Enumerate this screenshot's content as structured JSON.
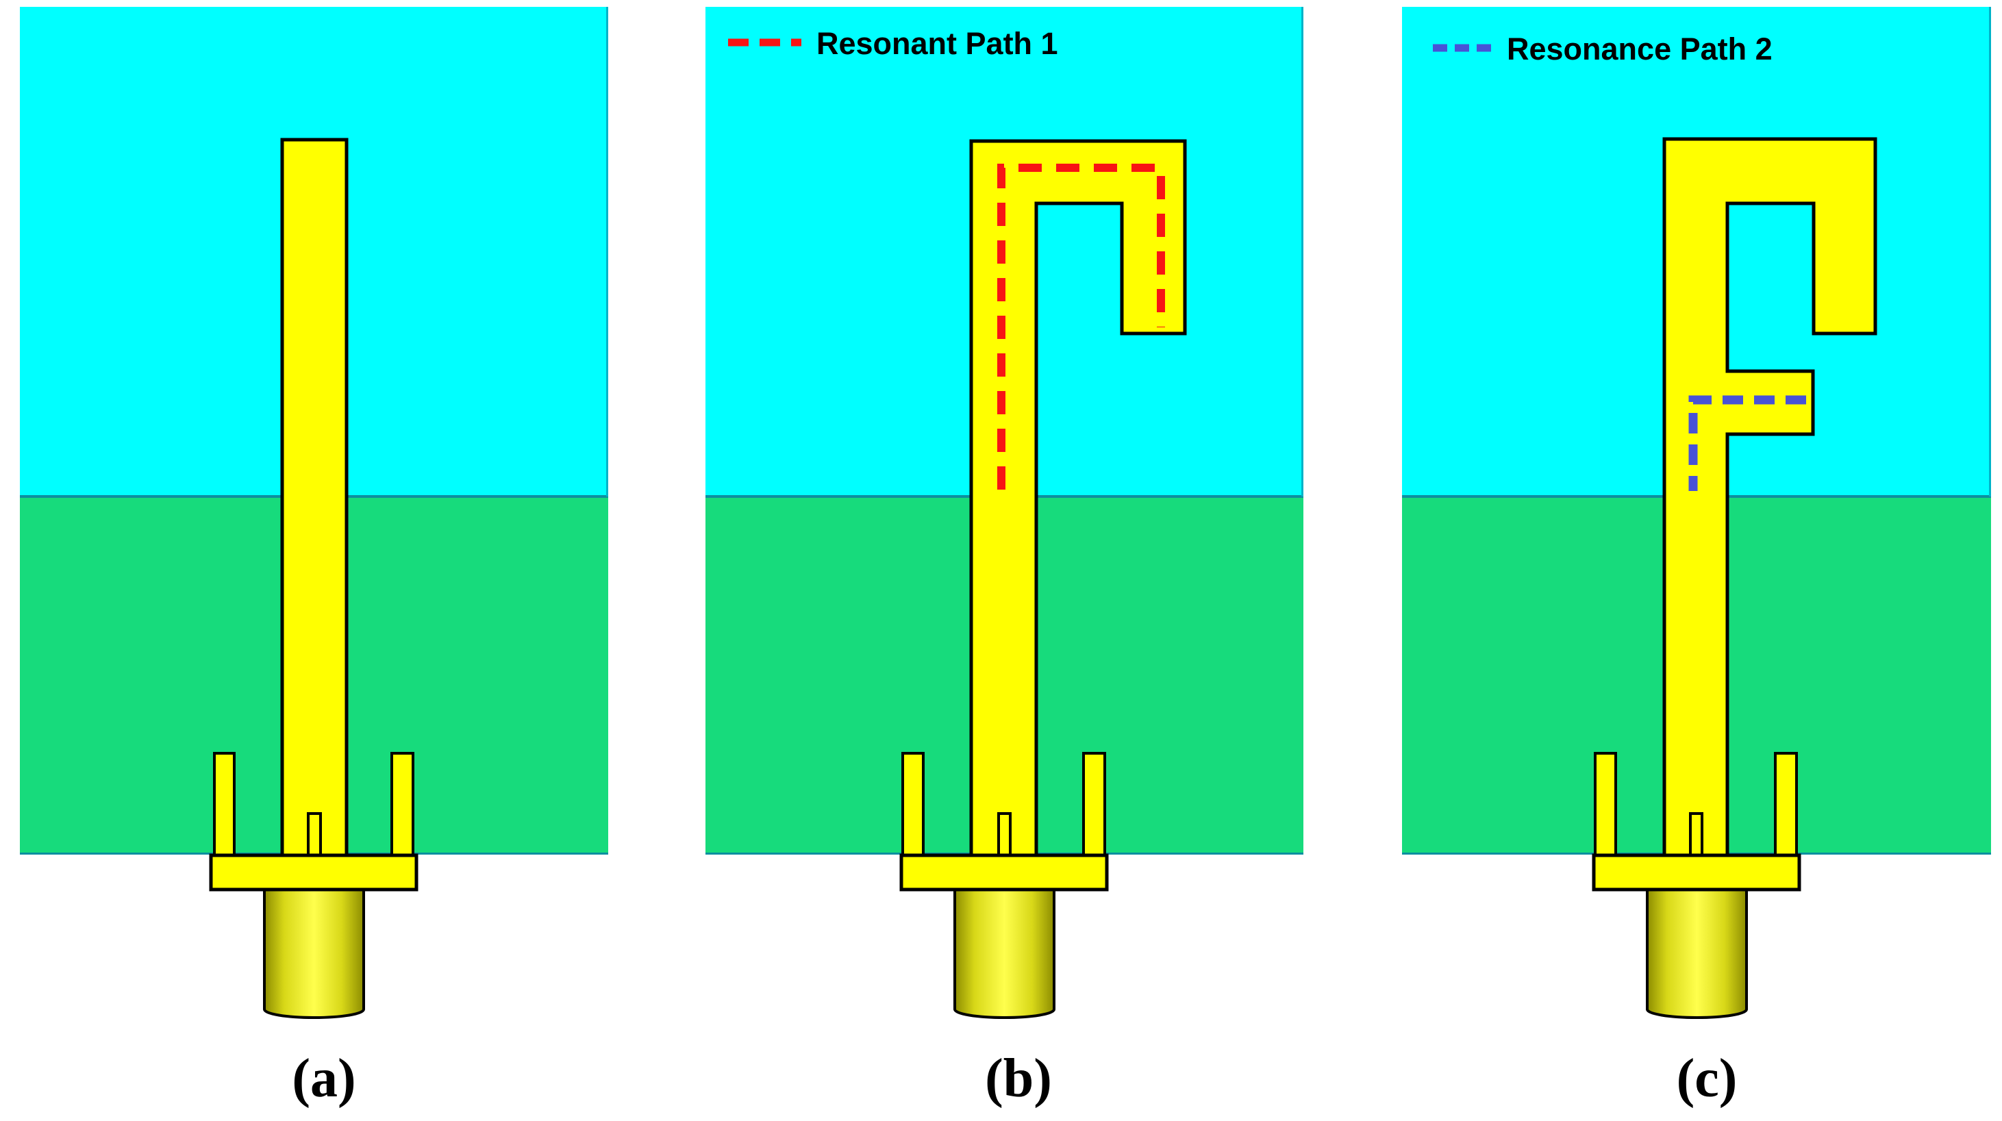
{
  "panels": [
    {
      "id": "a",
      "caption": "(a)"
    },
    {
      "id": "b",
      "caption": "(b)",
      "legend": {
        "label": "Resonant Path 1",
        "style": "red-dashed"
      }
    },
    {
      "id": "c",
      "caption": "(c)",
      "legend": {
        "label": "Resonance Path 2",
        "style": "blue-dashed"
      }
    }
  ],
  "colors": {
    "substrate": "#00ffff",
    "substrate_edge": "#00b3c8",
    "ground": "#17db7c",
    "boundary": "#0d8fa0",
    "copper": "#ffff00",
    "outline": "#000000",
    "resonant_path_1": "#f81414",
    "resonance_path_2": "#4852d6",
    "text": "#000000",
    "background": "#ffffff",
    "connector_dark": "#8c8c00",
    "connector_mid": "#d8d818",
    "connector_light": "#ffff4d"
  }
}
